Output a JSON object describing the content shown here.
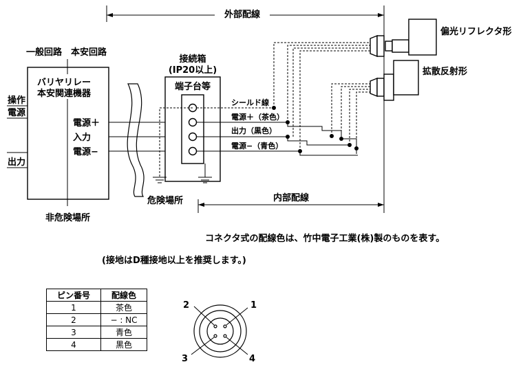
{
  "wiring": {
    "external_wiring_label": "外部配線",
    "internal_wiring_label": "内部配線",
    "general_circuit_label": "一般回路",
    "safe_circuit_label": "本安回路",
    "hazardous_area_label": "危険場所",
    "non_hazardous_area_label": "非危険場所",
    "barrier": {
      "title_line1": "バリヤリレー",
      "title_line2": "本安関連機器",
      "power_plus": "電源＋",
      "input": "入力",
      "power_minus": "電源−",
      "operation_power_line1": "操作",
      "operation_power_line2": "電源",
      "output": "出力"
    },
    "junction_box": {
      "line1": "接続箱",
      "line2": "(IP20以上)",
      "line3": "端子台等"
    },
    "wires": {
      "shield": "シールド線",
      "power_plus": "電源＋（茶色）",
      "output": "出力（黒色）",
      "power_minus": "電源−（青色）"
    },
    "sensors": {
      "polarized_reflector": "偏光リフレクタ形",
      "diffuse_reflection": "拡散反射形"
    }
  },
  "notes": {
    "connector_note": "コネクタ式の配線色は、竹中電子工業(株)製のものを表す。",
    "ground_note": "(接地はD種接地以上を推奨します。)"
  },
  "pin_table": {
    "headers": [
      "ピン番号",
      "配線色"
    ],
    "rows": [
      {
        "pin": "1",
        "color": "茶色"
      },
      {
        "pin": "2",
        "color": "− : NC"
      },
      {
        "pin": "3",
        "color": "青色"
      },
      {
        "pin": "4",
        "color": "黒色"
      }
    ]
  },
  "connector": {
    "pin_labels": [
      "1",
      "2",
      "3",
      "4"
    ]
  }
}
